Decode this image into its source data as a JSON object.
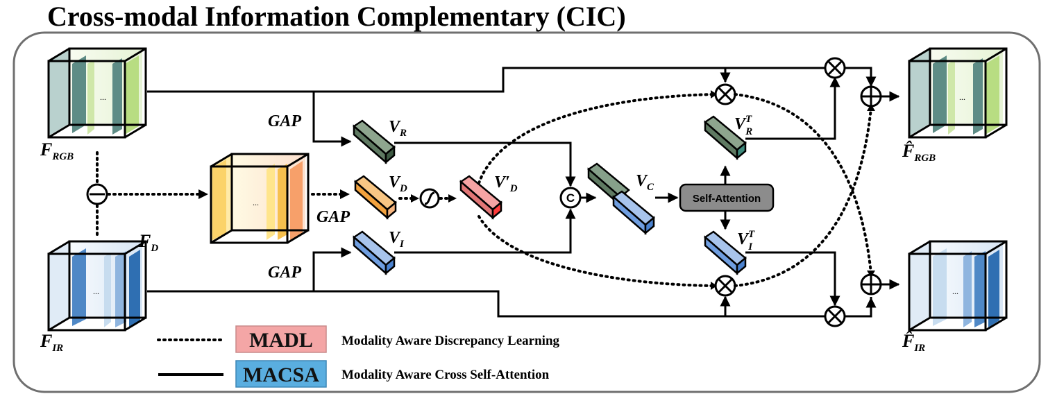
{
  "title": "Cross-modal Information Complementary (CIC)",
  "inputs": {
    "rgb": "F",
    "rgb_sub": "RGB",
    "ir": "F",
    "ir_sub": "IR",
    "diff": "F",
    "diff_sub": "D"
  },
  "outputs": {
    "rgb": "F̂",
    "rgb_sub": "RGB",
    "ir": "F̂",
    "ir_sub": "IR"
  },
  "gap_label": "GAP",
  "vectors": {
    "vr": "V",
    "vr_sub": "R",
    "vd": "V",
    "vd_sub": "D",
    "vdp": "V′",
    "vdp_sub": "D",
    "vi": "V",
    "vi_sub": "I",
    "vc": "V",
    "vc_sub": "C",
    "vrt": "V",
    "vrt_sub": "R",
    "vrt_sup": "T",
    "vit": "V",
    "vit_sub": "I",
    "vit_sup": "T"
  },
  "ellipsis": "...",
  "concat_symbol": "C",
  "self_attention": "Self-Attention",
  "legend": [
    {
      "abbr": "MADL",
      "text": "Modality Aware Discrepancy Learning",
      "color": "#f4a6a6",
      "line": "dotted"
    },
    {
      "abbr": "MACSA",
      "text": "Modality Aware Cross Self-Attention",
      "color": "#5aaee0",
      "line": "solid"
    }
  ],
  "colors": {
    "rgb_dark": "#4f7f7a",
    "rgb_light": "#d6ecb4",
    "ir_dark": "#2e6fb4",
    "ir_light": "#a9c8e6",
    "diff_yellow": "#ffe38a",
    "diff_orange": "#f6b27a",
    "vr": "#5f7a62",
    "vd": "#f2a23e",
    "vdp": "#e85a5a",
    "vi": "#6f9ee0",
    "sa_box": "#8c8c8c"
  }
}
